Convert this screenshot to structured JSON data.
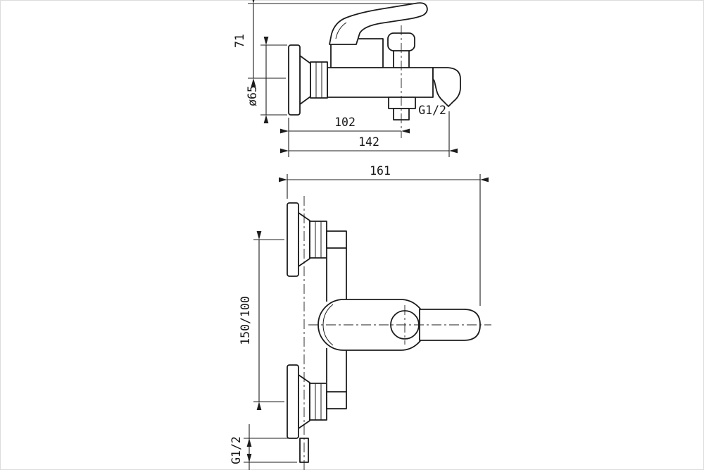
{
  "colors": {
    "background": "#ffffff",
    "line": "#1c1c1c"
  },
  "drawing": {
    "side_view": {
      "dim_height": "71",
      "dim_flange_diameter": "ø65",
      "dim_outlet_offset": "102",
      "dim_spout_reach": "142",
      "label_outlet_thread": "G1/2"
    },
    "front_view": {
      "dim_overall_length": "161",
      "dim_supply_distance": "150/100",
      "label_supply_thread": "G1/2"
    }
  }
}
